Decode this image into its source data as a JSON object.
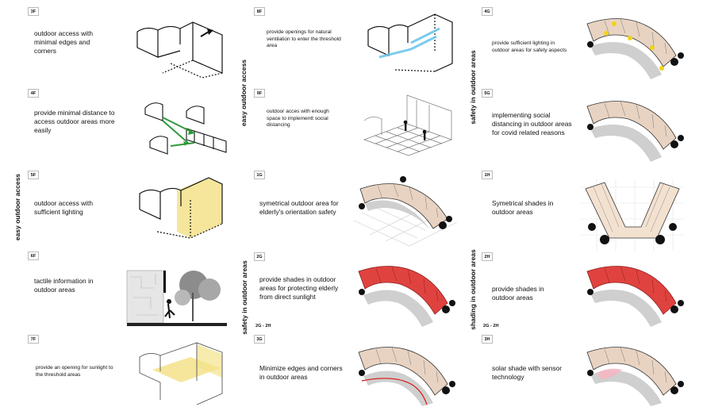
{
  "sections": {
    "left": "easy outdoor access",
    "middle_top": "easy outdoor access",
    "middle_bottom": "safety in outdoor areas",
    "right_top": "safety in outdoor areas",
    "right_bottom": "shading in outdoor areas"
  },
  "cards": {
    "c3f": {
      "code": "3F",
      "text": "outdoor access with minimal edges and corners"
    },
    "c4f": {
      "code": "4F",
      "text": "provide minimal distance to access outdoor areas more easily"
    },
    "c5f": {
      "code": "5F",
      "text": "outdoor access with sufficient lighting"
    },
    "c6f": {
      "code": "6F",
      "text": "tactile information in outdoor areas"
    },
    "c7f": {
      "code": "7F",
      "text": "provide an opening for sunlight to the threshold areas"
    },
    "c8f": {
      "code": "8F",
      "text": "provide openings for natural ventilation to enter the threshold area"
    },
    "c9f": {
      "code": "9F",
      "text": "outdoor acces with enough space to implementt social distancing"
    },
    "c1g": {
      "code": "1G",
      "text": "symetrical outdoor area for elderly's orientation safety"
    },
    "c2g": {
      "code": "2G",
      "text": "provide shades in outdoor areas for protecting elderly from direct sunlight",
      "sub": "2G - 2H"
    },
    "c3g": {
      "code": "3G",
      "text": "Minimize edges and corners in outdoor areas"
    },
    "c4g": {
      "code": "4G",
      "text": "provide sufficient lighting in outdoor areas for safety aspects"
    },
    "c5g": {
      "code": "5G",
      "text": "implementing social distancing in outdoor areas for covid related reasons"
    },
    "c1h": {
      "code": "1H",
      "text": "Symetrical shades in outdoor areas"
    },
    "c2h": {
      "code": "2H",
      "text": "provide shades in outdoor areas",
      "sub": "2G - 2H"
    },
    "c3h": {
      "code": "3H",
      "text": "solar shade with sensor technology"
    }
  },
  "colors": {
    "roof": "#e8d3c2",
    "shade_red": "#e0433f",
    "light_yellow": "#f4e28a",
    "accent_blue": "#6ec6ea",
    "accent_green": "#2e9a3a",
    "tree": "#111111",
    "ground": "#d9d9d9",
    "sensor_pink": "#f4b6c2"
  }
}
